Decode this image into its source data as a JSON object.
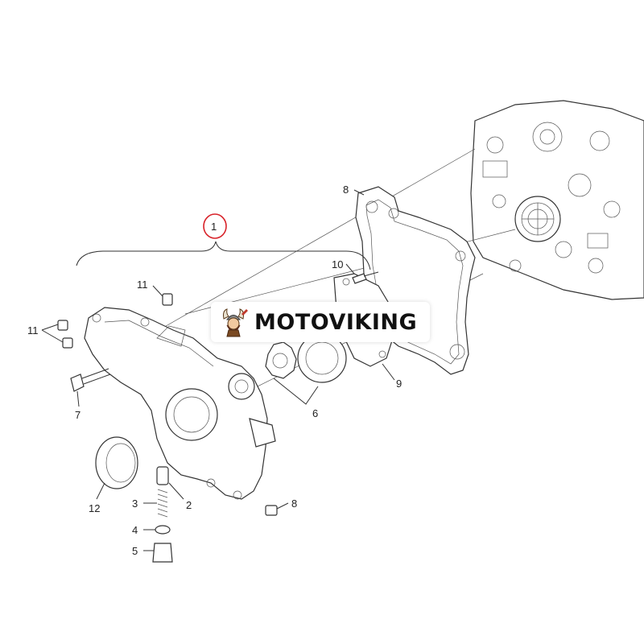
{
  "callouts": {
    "c1": "1",
    "c2": "2",
    "c3": "3",
    "c4": "4",
    "c5": "5",
    "c6": "6",
    "c7": "7",
    "c8a": "8",
    "c8b": "8",
    "c9": "9",
    "c10": "10",
    "c11a": "11",
    "c11b": "11",
    "c12": "12"
  },
  "highlight_color": "#d8232a",
  "watermark": {
    "text": "MOTOVIKING",
    "icon": "viking-mascot-icon"
  }
}
